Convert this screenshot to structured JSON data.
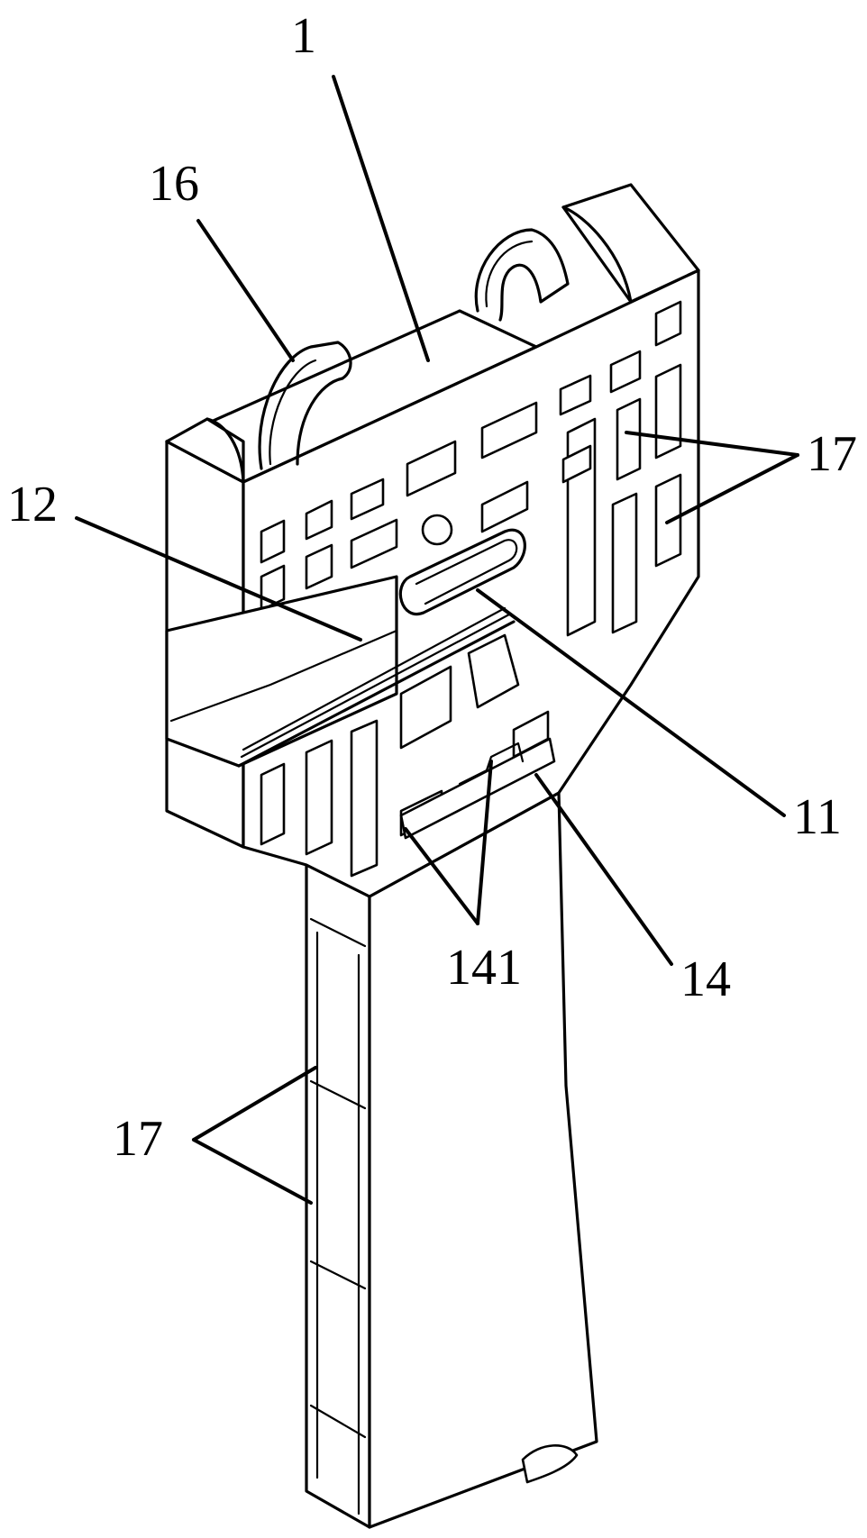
{
  "figure": {
    "labels": {
      "part_1": "1",
      "part_16": "16",
      "part_12": "12",
      "part_17_top": "17",
      "part_11": "11",
      "part_141": "141",
      "part_14": "14",
      "part_17_bottom": "17"
    }
  }
}
